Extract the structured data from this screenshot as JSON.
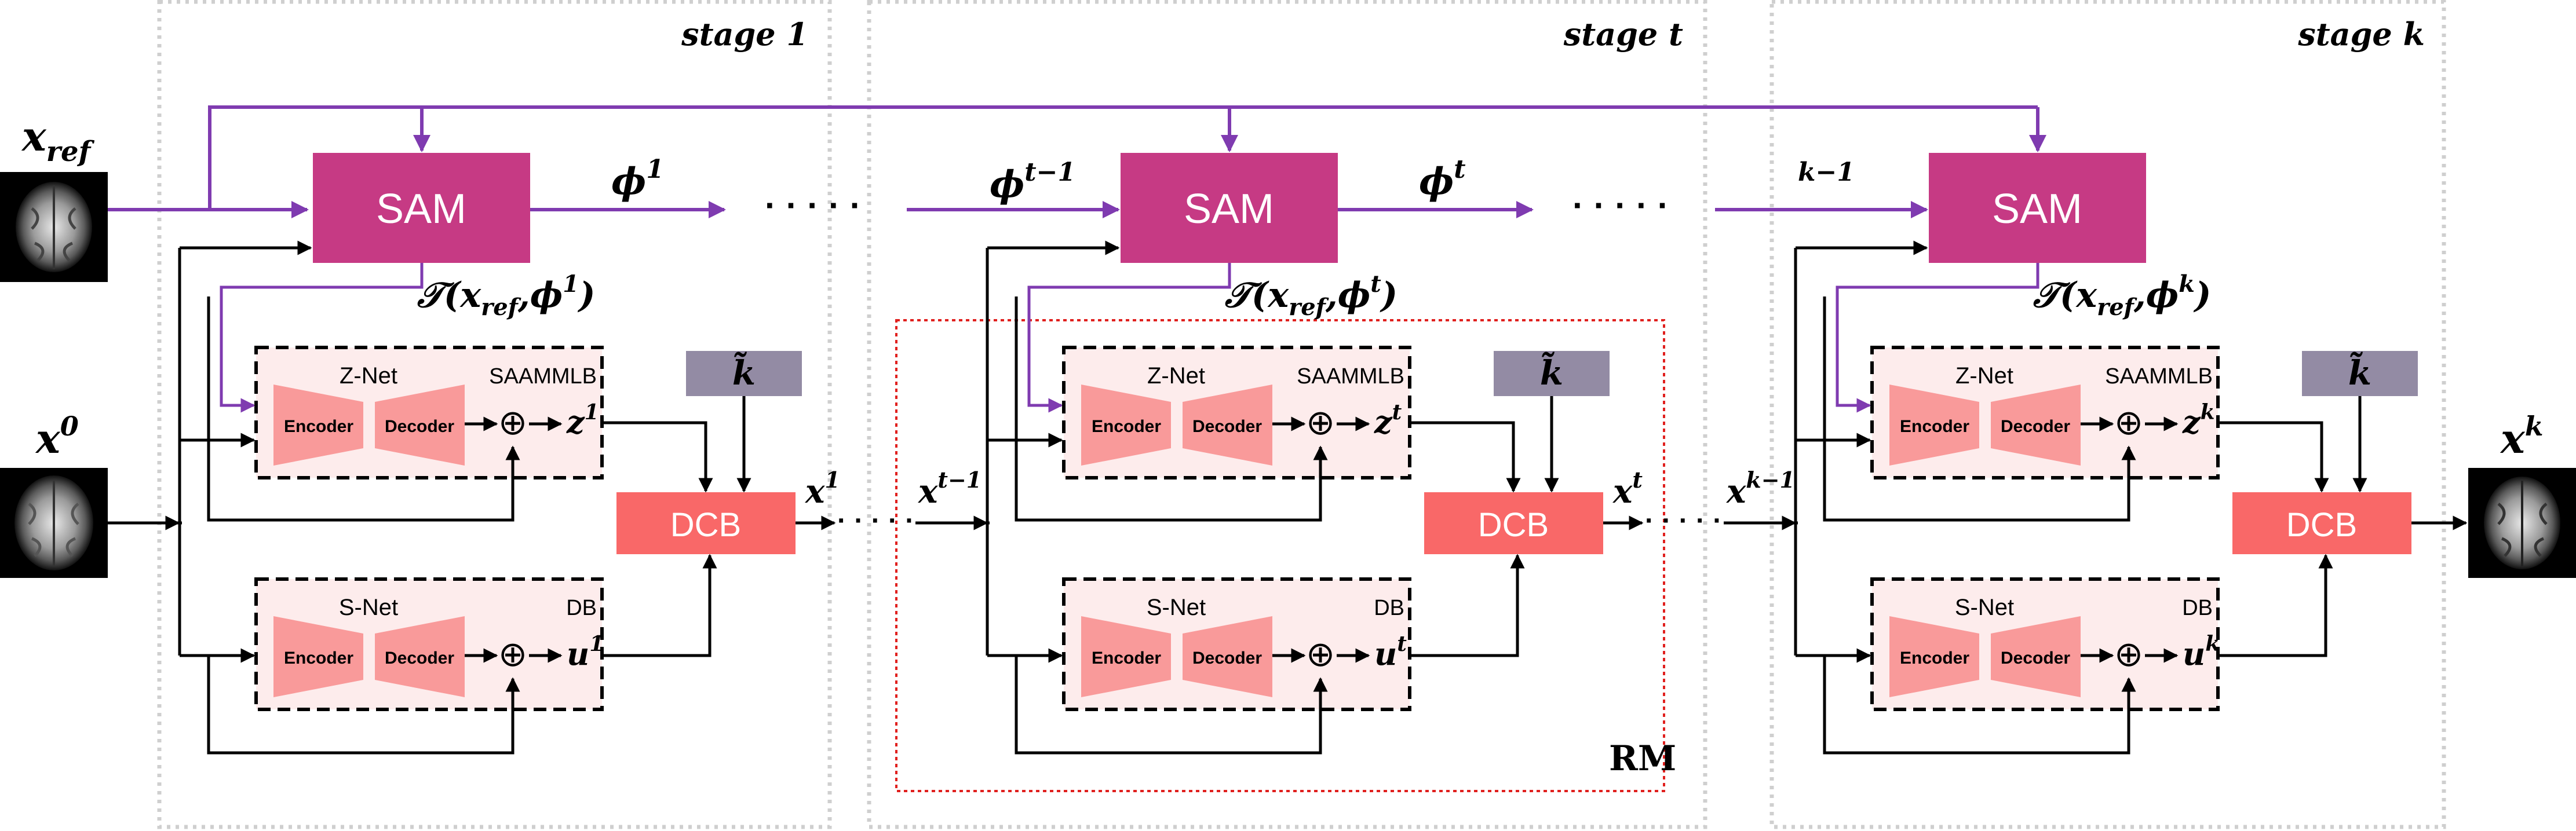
{
  "colors": {
    "sam": "#C63A84",
    "dcb": "#F96868",
    "kbox": "#938BA4",
    "net_bg": "#FDECEC",
    "enc_dec": "#F99A9A",
    "purple_line": "#7F3BB0",
    "stage_border": "#CFCFCF",
    "rm_border": "#E0201E"
  },
  "stages": [
    {
      "label": "stage 1",
      "sam_label": "SAM",
      "phi_in": "",
      "phi_out_base": "ϕ",
      "phi_out_sup": "1",
      "transform_base": "ϕ",
      "transform_sup": "1",
      "znet_title": "Z-Net",
      "znet_tag": "SAAMMLB",
      "snet_title": "S-Net",
      "snet_tag": "DB",
      "encoder": "Encoder",
      "decoder": "Decoder",
      "z_base": "z",
      "z_sup": "1",
      "u_base": "u",
      "u_sup": "1",
      "k_label": "k̃",
      "dcb_label": "DCB",
      "x_in_base": "",
      "x_in_sup": "",
      "x_out_base": "x",
      "x_out_sup": "1"
    },
    {
      "label": "stage t",
      "sam_label": "SAM",
      "phi_in": "t−1",
      "phi_out_base": "ϕ",
      "phi_out_sup": "t",
      "transform_base": "ϕ",
      "transform_sup": "t",
      "znet_title": "Z-Net",
      "znet_tag": "SAAMMLB",
      "snet_title": "S-Net",
      "snet_tag": "DB",
      "encoder": "Encoder",
      "decoder": "Decoder",
      "z_base": "z",
      "z_sup": "t",
      "u_base": "u",
      "u_sup": "t",
      "k_label": "k̃",
      "dcb_label": "DCB",
      "x_in_base": "x",
      "x_in_sup": "t−1",
      "x_out_base": "x",
      "x_out_sup": "t"
    },
    {
      "label": "stage k",
      "sam_label": "SAM",
      "phi_in": "k−1",
      "phi_out_base": "",
      "phi_out_sup": "",
      "transform_base": "ϕ",
      "transform_sup": "k",
      "znet_title": "Z-Net",
      "znet_tag": "SAAMMLB",
      "snet_title": "S-Net",
      "snet_tag": "DB",
      "encoder": "Encoder",
      "decoder": "Decoder",
      "z_base": "z",
      "z_sup": "k",
      "u_base": "u",
      "u_sup": "k",
      "k_label": "k̃",
      "dcb_label": "DCB",
      "x_in_base": "x",
      "x_in_sup": "k−1",
      "x_out_base": "",
      "x_out_sup": ""
    }
  ],
  "inputs": {
    "xref_base": "x",
    "xref_sub": "ref",
    "x0_base": "x",
    "x0_sup": "0"
  },
  "output": {
    "base": "x",
    "sup": "k"
  },
  "transform": {
    "calligraphic": "𝒯(",
    "x_base": "x",
    "x_sub": "ref",
    "comma": ",",
    "close": ")"
  },
  "dots": "· · · · ·",
  "oplus": "⊕",
  "rm_label": "RM"
}
